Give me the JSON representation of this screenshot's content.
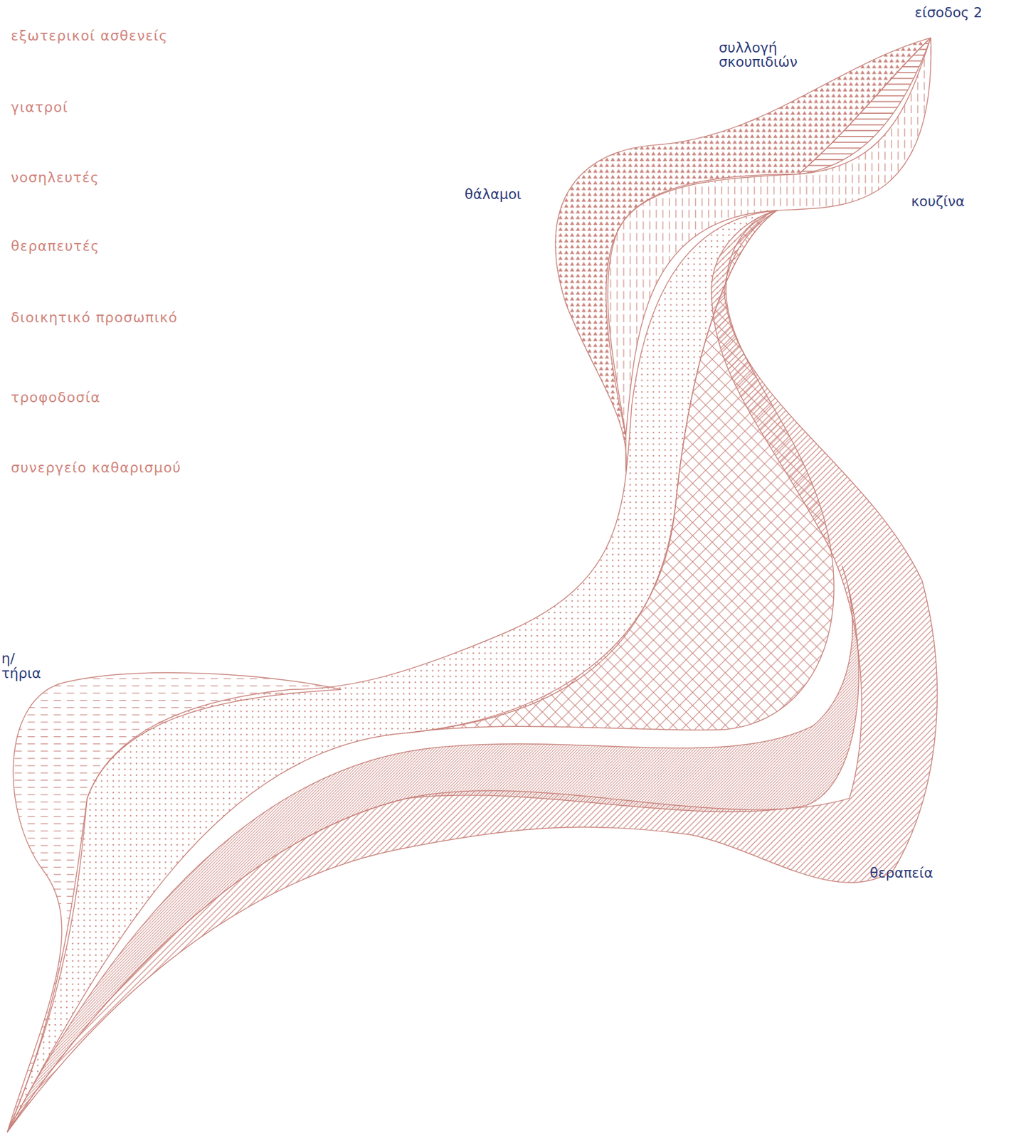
{
  "diagram": {
    "labels": [
      "είσοδος 2",
      "συλλογή σκουπιδιών",
      "θάλαμοι",
      "κουζίνα",
      "θεραπεία",
      "η/ τήρια"
    ],
    "legend": [
      {
        "text": "εξωτερικοί ασθενείς"
      },
      {
        "text": "γιατροί"
      },
      {
        "text": "νοσηλευτές"
      },
      {
        "text": "θεραπευτές"
      },
      {
        "text": "διοικητικό προσωπικό"
      },
      {
        "text": "τροφοδοσία"
      },
      {
        "text": "συνεργείο καθαρισμού"
      }
    ]
  }
}
